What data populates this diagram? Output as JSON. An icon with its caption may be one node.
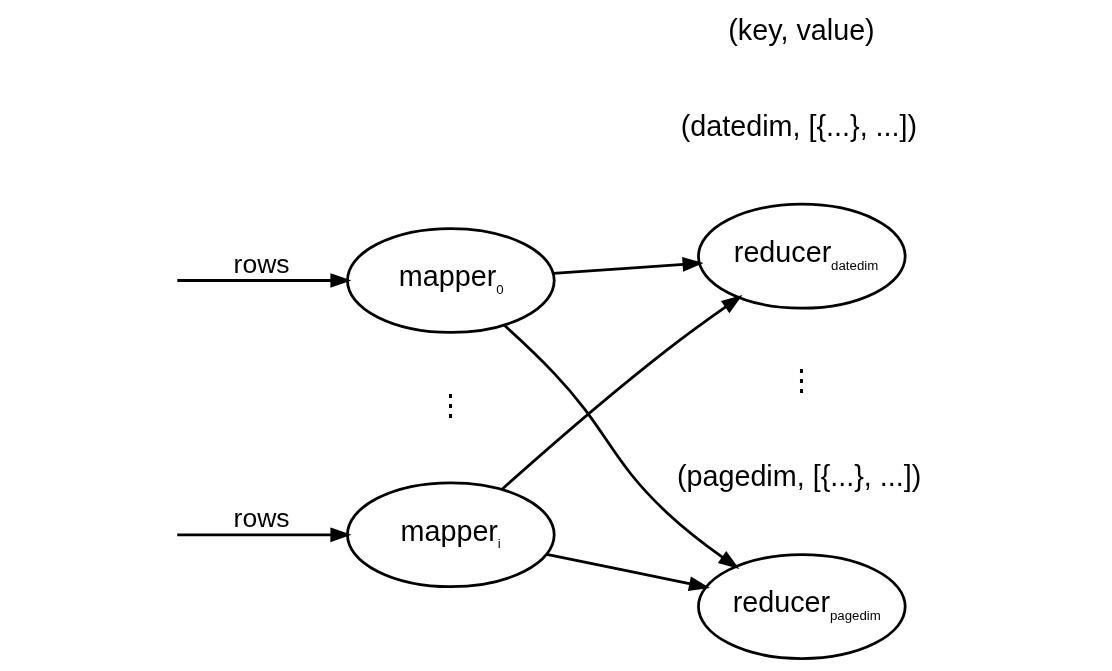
{
  "diagram": {
    "nodes": [
      {
        "text": [
          "mapper$_{0}$"
        ]
      },
      {
        "text": [
          "mapper$_{i}$"
        ]
      },
      {
        "text": [
          "reducer$_{datedim}$"
        ]
      },
      {
        "text": [
          "reducer$_{pagedim}$"
        ]
      }
    ],
    "edges": [
      {
        "from": null,
        "to": 0,
        "arrow": "to",
        "label": "rows"
      },
      {
        "from": null,
        "to": 1,
        "arrow": "to",
        "label": "rows"
      },
      {
        "from": 0,
        "to": 2,
        "arrow": "to"
      },
      {
        "from": 0,
        "to": 3,
        "arrow": "to"
      },
      {
        "from": 1,
        "to": 2,
        "arrow": "to"
      },
      {
        "from": 1,
        "to": 3,
        "arrow": "to"
      }
    ],
    "labels": [
      "(key, value)",
      "(datedim, [{...}, ...])",
      "⋮",
      "⋮",
      "(pagedim, [{...}, ...])"
    ]
  }
}
